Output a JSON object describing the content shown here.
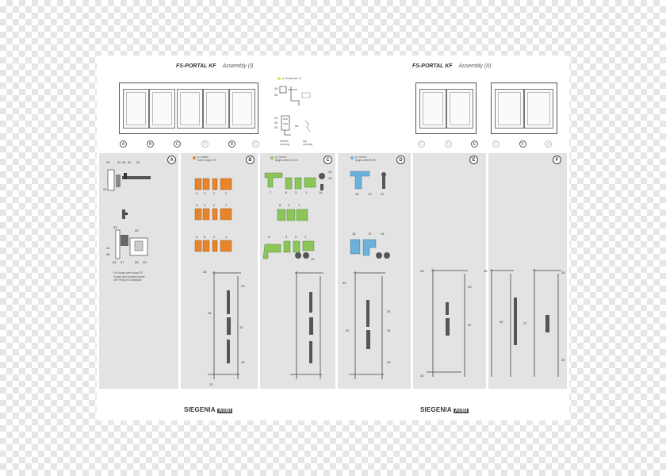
{
  "page_left": {
    "title": "FS-PORTAL KF",
    "subtitle": "Assembly (I)"
  },
  "page_right": {
    "title": "FS-PORTAL KF",
    "subtitle": "Assembly (II)"
  },
  "legend_top": {
    "label": "a: Profile set 11",
    "color": "#d8e36a"
  },
  "panels": [
    {
      "letter": "A",
      "caption": "",
      "dot_color": ""
    },
    {
      "letter": "B",
      "caption": "a: Option\nSash hinge C5",
      "dot_color": "#e8852a"
    },
    {
      "letter": "C",
      "caption": "a: Corner\nBogie wheels 0.15",
      "dot_color": "#8cc65a"
    },
    {
      "letter": "D",
      "caption": "a: Corner\nBogie wheels F5",
      "dot_color": "#6ab2dc"
    },
    {
      "letter": "E",
      "caption": "",
      "dot_color": ""
    },
    {
      "letter": "F",
      "caption": "",
      "dot_color": ""
    }
  ],
  "elevation_labels_left": [
    "A",
    "B",
    "C",
    "D",
    "B",
    "C"
  ],
  "elevation_labels_right": [
    "C",
    "C",
    "E",
    "C",
    "F",
    "A"
  ],
  "section_labels": [
    "bottom running",
    "top running"
  ],
  "hinge_note": "For hinge side using FS hinges and pivoting guide see Product Catalogue",
  "brand": {
    "name": "SIEGENIA",
    "tag": "AUBI"
  },
  "colors": {
    "orange": "#e8852a",
    "green": "#8cc65a",
    "blue": "#6ab2dc",
    "panel_bg": "#e3e3e3"
  },
  "part_numbers": {
    "a_top": [
      "29",
      "31",
      "26",
      "30",
      "32"
    ],
    "a_side": "23",
    "a_mid": [
      "34",
      "37",
      "38",
      "33"
    ],
    "b_row": [
      "4",
      "3",
      "2",
      "1"
    ],
    "c_row": [
      "7",
      "6",
      "3",
      "1",
      "14"
    ],
    "d_row": [
      "16",
      "13",
      "11"
    ],
    "hw": [
      "26",
      "28",
      "23",
      "24",
      "25",
      "26",
      "40",
      "23"
    ]
  }
}
